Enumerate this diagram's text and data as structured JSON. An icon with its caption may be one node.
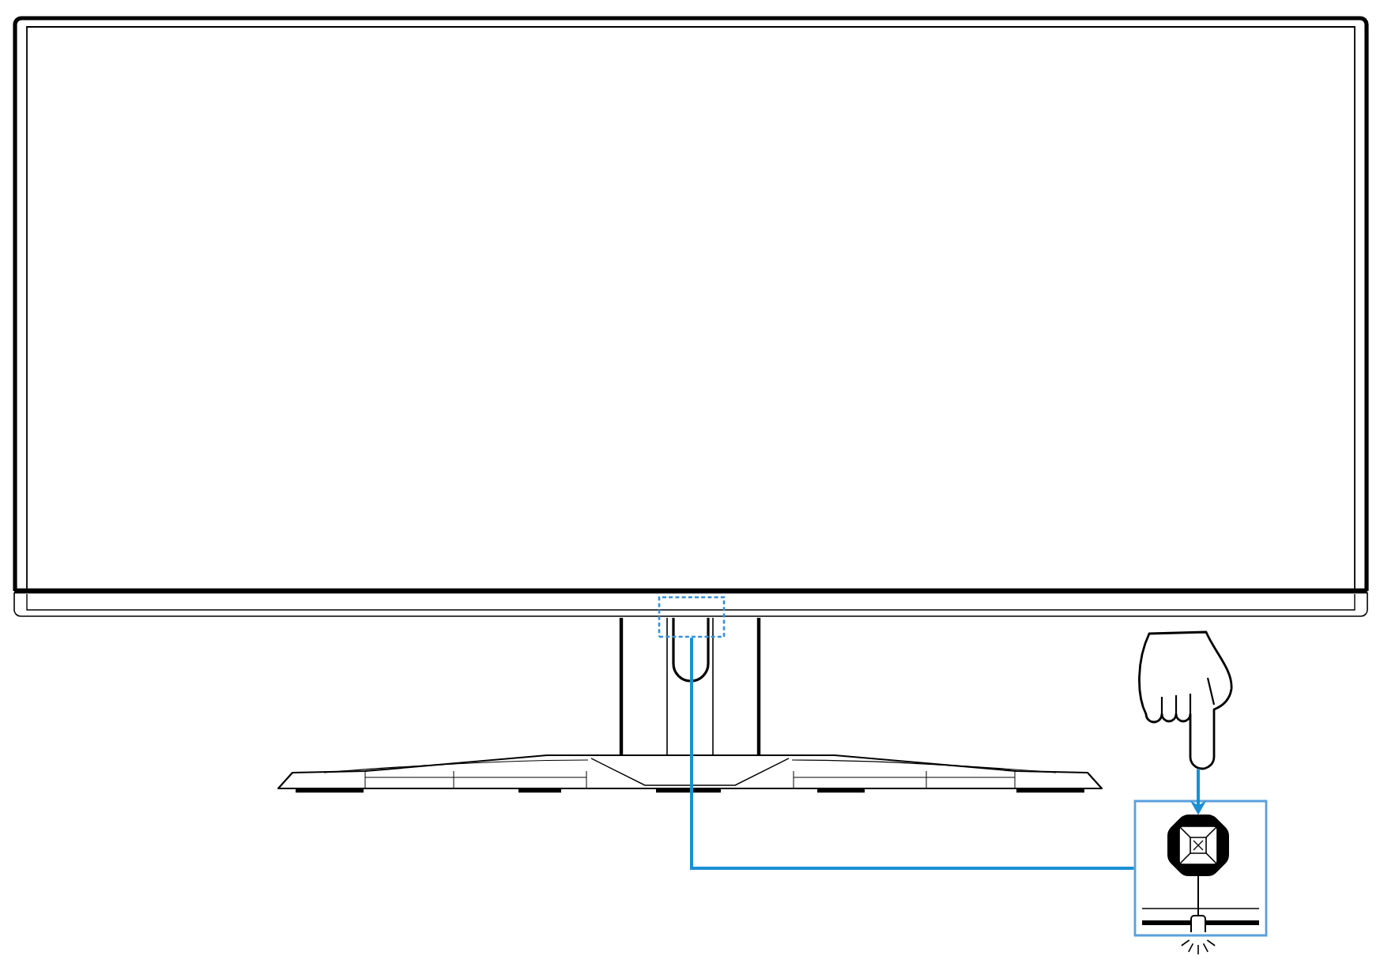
{
  "diagram": {
    "nodes": [
      {
        "text": [],
        "shape": "box"
      },
      {
        "text": [],
        "shape": "picture"
      },
      {
        "text": [],
        "shape": "box"
      },
      {
        "text": [],
        "shape": "picture",
        "in": 2
      }
    ],
    "edges": [
      {
        "from": 0,
        "to": 2,
        "arrow": "none",
        "color": "#1b8fd2"
      },
      {
        "from": 1,
        "to": 3,
        "arrow": "to",
        "color": "#1b8fd2"
      }
    ]
  }
}
